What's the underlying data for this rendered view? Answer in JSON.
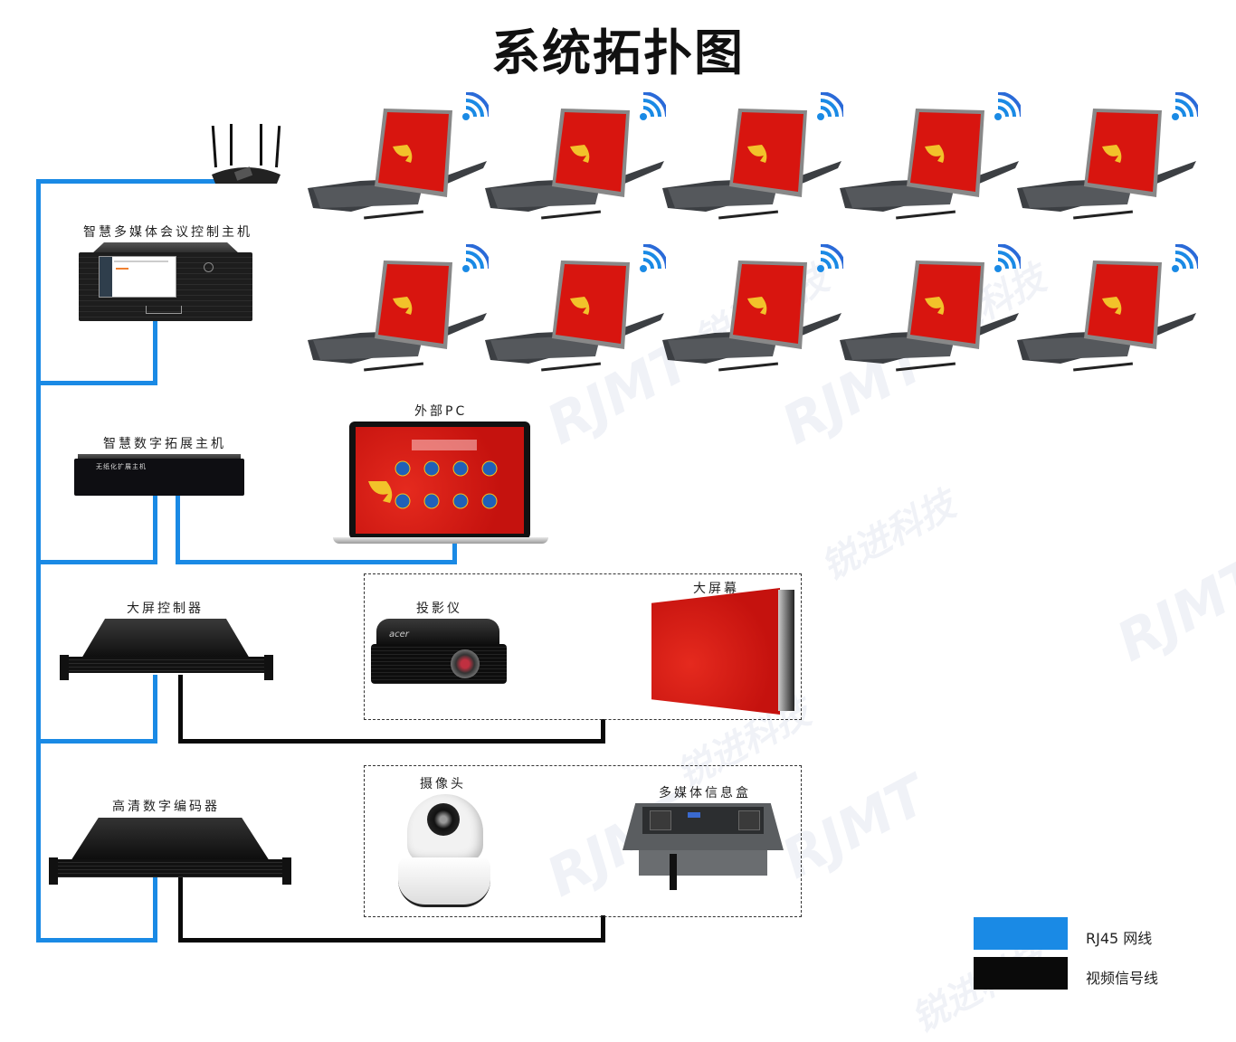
{
  "title": "系统拓扑图",
  "devices": {
    "router": {
      "name": "wireless-router"
    },
    "control_host": {
      "label": "智慧多媒体会议控制主机"
    },
    "expansion_host": {
      "label": "智慧数字拓展主机",
      "panel_text": "无纸化扩展主机"
    },
    "external_pc": {
      "label": "外部PC"
    },
    "screen_controller": {
      "label": "大屏控制器"
    },
    "encoder": {
      "label": "高清数字编码器"
    },
    "projector": {
      "label": "投影仪",
      "brand": "acer"
    },
    "big_screen": {
      "label": "大屏幕"
    },
    "camera": {
      "label": "摄像头"
    },
    "info_box": {
      "label": "多媒体信息盒"
    }
  },
  "tablets": {
    "rows": 2,
    "per_row": 5,
    "count": 10,
    "signal": "wifi"
  },
  "legend": [
    {
      "label": "RJ45 网线",
      "color": "#1a8ae5"
    },
    {
      "label": "视频信号线",
      "color": "#0a0a0a"
    }
  ],
  "watermark": {
    "brand": "RJMT",
    "text": "锐进科技"
  },
  "colors": {
    "rj45": "#1a8ae5",
    "video": "#0a0a0a",
    "screen_red": "#d8150f"
  }
}
